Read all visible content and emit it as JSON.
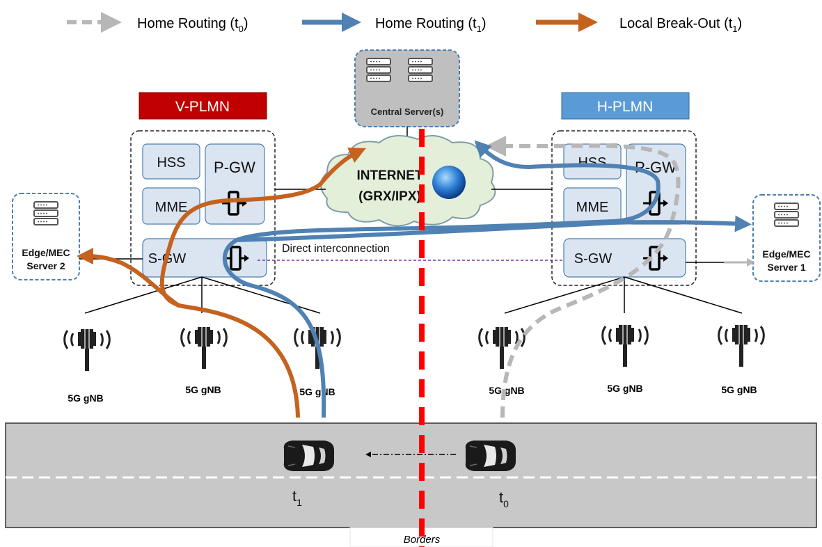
{
  "legend": {
    "home_routing_t0": {
      "label": "Home Routing (t",
      "sub": "0",
      "close": ")"
    },
    "home_routing_t1": {
      "label": "Home Routing (t",
      "sub": "1",
      "close": ")"
    },
    "local_breakout_t1": {
      "label": "Local Break-Out (t",
      "sub": "1",
      "close": ")"
    }
  },
  "colors": {
    "home_t0": "#b7b7b7",
    "home_t1": "#4f81b3",
    "lbo_t1": "#c5621f",
    "vplmn": "#c00000",
    "hplmn": "#5b9bd5",
    "node_fill": "#dbe5f1",
    "border_line": "#ff0000",
    "road": "#c8c8c8",
    "interconnect": "#7030a0"
  },
  "central_server": {
    "label": "Central Server(s)"
  },
  "internet": {
    "line1": "INTERNET",
    "line2": "(GRX/IPX)"
  },
  "vplmn": {
    "title": "V-PLMN",
    "hss": "HSS",
    "mme": "MME",
    "pgw": "P-GW",
    "sgw": "S-GW"
  },
  "hplmn": {
    "title": "H-PLMN",
    "hss": "HSS",
    "mme": "MME",
    "pgw": "P-GW",
    "sgw": "S-GW"
  },
  "edge_left": {
    "line1": "Edge/MEC",
    "line2": "Server 2"
  },
  "edge_right": {
    "line1": "Edge/MEC",
    "line2": "Server 1"
  },
  "direct_interconnection": "Direct interconnection",
  "gnb_label": "5G gNB",
  "cars": {
    "t1": {
      "label": "t",
      "sub": "1"
    },
    "t0": {
      "label": "t",
      "sub": "0"
    }
  },
  "borders": "Borders"
}
